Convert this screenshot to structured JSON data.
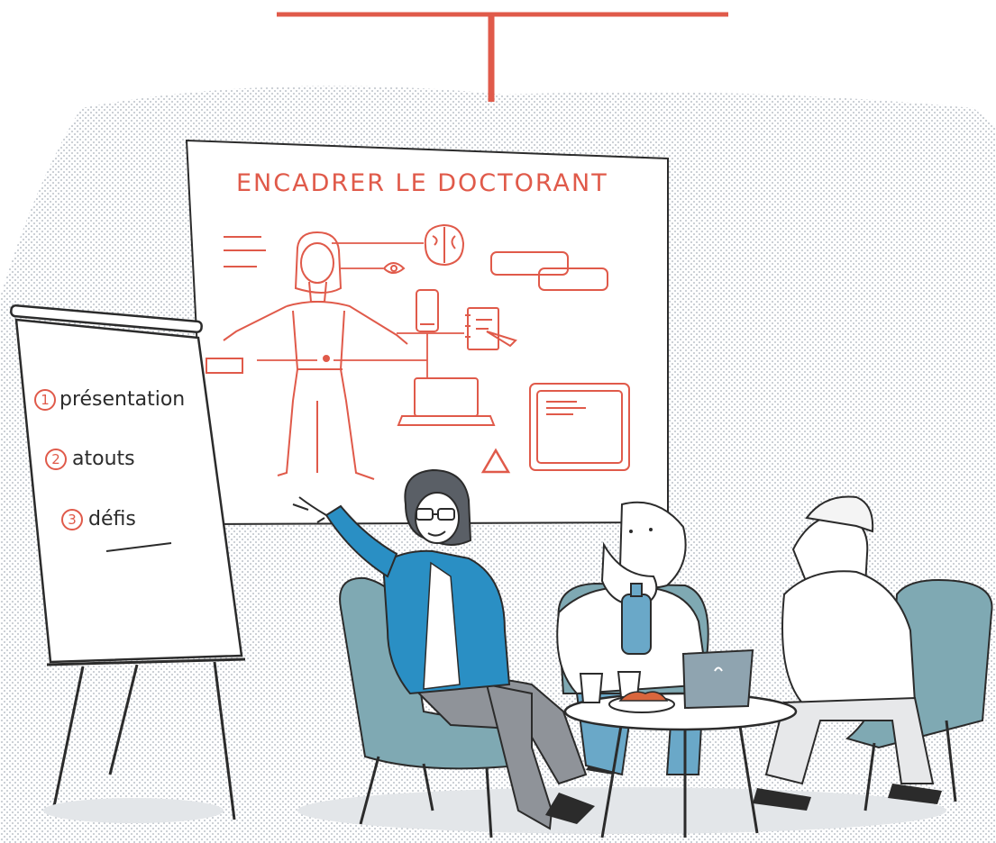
{
  "illustration": {
    "colors": {
      "accent_red": "#e05a4a",
      "ink": "#2b2b2b",
      "jacket_blue": "#2a8fc4",
      "chair_teal": "#7fa9b3",
      "dot_pattern": "#c7ccd2",
      "skin": "#ffffff"
    },
    "whiteboard": {
      "title": "ENCADRER LE DOCTORANT"
    },
    "flipchart": {
      "items": [
        {
          "number": "1",
          "text": "présentation"
        },
        {
          "number": "2",
          "text": "atouts"
        },
        {
          "number": "3",
          "text": "défis"
        }
      ]
    },
    "icons": [
      "brain-icon",
      "eye-icon",
      "phone-icon",
      "notebook-icon",
      "laptop-icon",
      "document-icon",
      "warning-triangle-icon"
    ]
  }
}
